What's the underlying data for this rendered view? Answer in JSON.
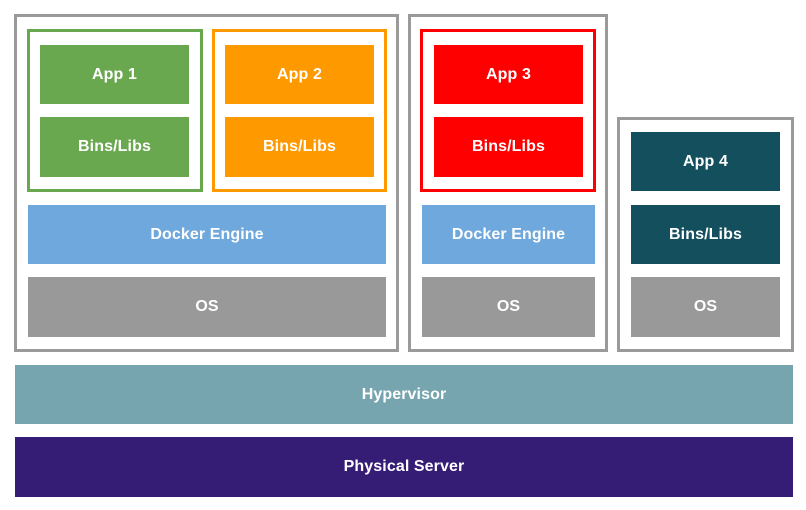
{
  "colors": {
    "frame_gray": "#9a9a9a",
    "app1_green": "#6aa84f",
    "app2_orange": "#ff9900",
    "app3_red": "#ff0000",
    "app4_teal": "#134f5c",
    "docker_blue": "#6fa8dc",
    "os_gray": "#999999",
    "hypervisor_teal": "#76a5af",
    "physical_purple": "#351c75"
  },
  "vm1": {
    "app1": {
      "app": "App 1",
      "libs": "Bins/Libs"
    },
    "app2": {
      "app": "App 2",
      "libs": "Bins/Libs"
    },
    "engine": "Docker Engine",
    "os": "OS"
  },
  "vm2": {
    "app3": {
      "app": "App 3",
      "libs": "Bins/Libs"
    },
    "engine": "Docker Engine",
    "os": "OS"
  },
  "vm3": {
    "app4": {
      "app": "App 4",
      "libs": "Bins/Libs"
    },
    "os": "OS"
  },
  "hypervisor": "Hypervisor",
  "physical_server": "Physical Server"
}
